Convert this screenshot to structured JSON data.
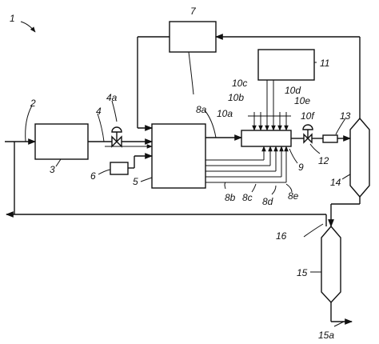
{
  "figure_label": "1",
  "labels": {
    "feed_line": "2",
    "unit_3": "3",
    "line_4": "4",
    "valve_4a": "4a",
    "unit_5": "5",
    "unit_6": "6",
    "unit_7": "7",
    "manifold_8a": "8a",
    "line_8b": "8b",
    "line_8c": "8c",
    "line_8d": "8d",
    "line_8e": "8e",
    "mixer_9": "9",
    "inlet_10a": "10a",
    "inlet_10b": "10b",
    "inlet_10c": "10c",
    "inlet_10d": "10d",
    "inlet_10e": "10e",
    "inlet_10f": "10f",
    "unit_11": "11",
    "valve_12": "12",
    "unit_13": "13",
    "column_14": "14",
    "column_15": "15",
    "outlet_15a": "15a",
    "recycle_16": "16"
  }
}
